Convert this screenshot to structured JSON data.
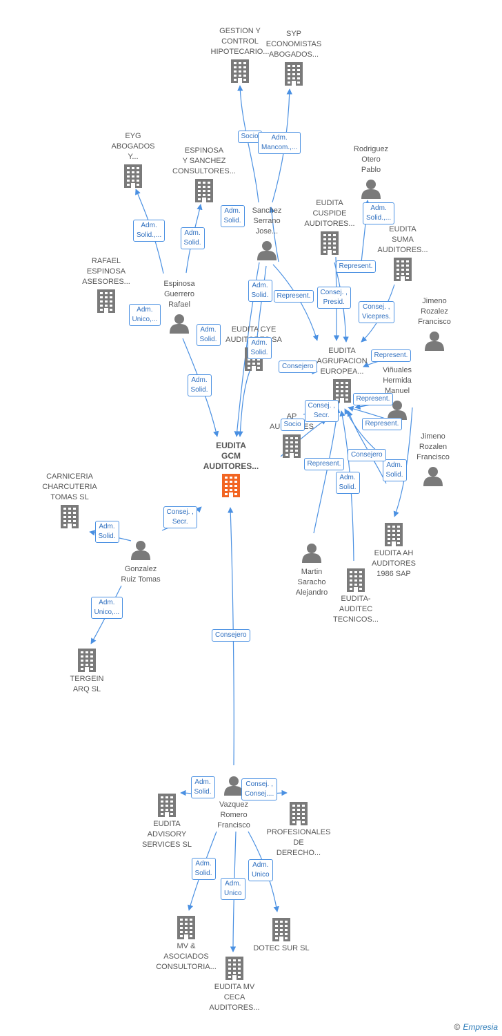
{
  "colors": {
    "edge": "#4a90e2",
    "company": "#7a7a7a",
    "person": "#7a7a7a",
    "focus": "#f26522",
    "label": "#555555"
  },
  "nodes": {
    "gestion": {
      "type": "company",
      "label": [
        "GESTION Y",
        "CONTROL",
        "HIPOTECARIO..."
      ]
    },
    "syp": {
      "type": "company",
      "label": [
        "SYP",
        "ECONOMISTAS",
        "ABOGADOS..."
      ]
    },
    "eyg": {
      "type": "company",
      "label": [
        "EYG",
        "ABOGADOS",
        "Y..."
      ]
    },
    "espinosa_sanchez": {
      "type": "company",
      "label": [
        "ESPINOSA",
        "Y SANCHEZ",
        "CONSULTORES..."
      ]
    },
    "rodriguez": {
      "type": "person",
      "label": [
        "Rodriguez",
        "Otero",
        "Pablo"
      ]
    },
    "sanchez": {
      "type": "person",
      "label": [
        "Sanchez",
        "Serrano",
        "Jose..."
      ]
    },
    "cuspide": {
      "type": "company",
      "label": [
        "EUDITA",
        "CUSPIDE",
        "AUDITORES..."
      ]
    },
    "suma": {
      "type": "company",
      "label": [
        "EUDITA",
        "SUMA",
        "AUDITORES..."
      ]
    },
    "rafael_asesores": {
      "type": "company",
      "label": [
        "RAFAEL",
        "ESPINOSA",
        "ASESORES..."
      ]
    },
    "espinosa_rafael": {
      "type": "person",
      "label": [
        "Espinosa",
        "Guerrero",
        "Rafael"
      ]
    },
    "jimeno_rozalez": {
      "type": "person",
      "label": [
        "Jimeno",
        "Rozalez",
        "Francisco"
      ]
    },
    "cye": {
      "type": "company",
      "label": [
        "EUDITA CYE",
        "AUDITORES SA"
      ]
    },
    "agrupacion": {
      "type": "company",
      "label": [
        "EUDITA",
        "AGRUPACION",
        "EUROPEA..."
      ]
    },
    "vinuales": {
      "type": "person",
      "label": [
        "Viñuales",
        "Hermida",
        "Manuel"
      ]
    },
    "ap": {
      "type": "company",
      "label": [
        "AP",
        "AUDITORES"
      ]
    },
    "gcm": {
      "type": "focus",
      "label": [
        "EUDITA",
        "GCM",
        "AUDITORES..."
      ]
    },
    "jimeno_rozalen": {
      "type": "person",
      "label": [
        "Jimeno",
        "Rozalen",
        "Francisco"
      ]
    },
    "carniceria": {
      "type": "company",
      "label": [
        "CARNICERIA",
        "CHARCUTERIA",
        "TOMAS  SL"
      ]
    },
    "gonzalez": {
      "type": "person",
      "label": [
        "Gonzalez",
        "Ruiz Tomas"
      ]
    },
    "martin": {
      "type": "person",
      "label": [
        "Martin",
        "Saracho",
        "Alejandro"
      ]
    },
    "eudita_ah": {
      "type": "company",
      "label": [
        "EUDITA AH",
        "AUDITORES",
        "1986 SAP"
      ]
    },
    "auditec": {
      "type": "company",
      "label": [
        "EUDITA-",
        "AUDITEC",
        "TECNICOS..."
      ]
    },
    "tergein": {
      "type": "company",
      "label": [
        "TERGEIN",
        "ARQ  SL"
      ]
    },
    "vazquez": {
      "type": "person",
      "label": [
        "Vazquez",
        "Romero",
        "Francisco"
      ]
    },
    "advisory": {
      "type": "company",
      "label": [
        "EUDITA",
        "ADVISORY",
        "SERVICES  SL"
      ]
    },
    "profesionales": {
      "type": "company",
      "label": [
        "PROFESIONALES",
        "DE",
        "DERECHO..."
      ]
    },
    "mv_asociados": {
      "type": "company",
      "label": [
        "MV &",
        "ASOCIADOS",
        "CONSULTORIA..."
      ]
    },
    "dotec": {
      "type": "company",
      "label": [
        "DOTEC SUR SL"
      ]
    },
    "mv_ceca": {
      "type": "company",
      "label": [
        "EUDITA MV",
        "CECA",
        "AUDITORES..."
      ]
    }
  },
  "edge_labels": [
    [
      "Socio"
    ],
    [
      "Adm.",
      "Mancom.,..."
    ],
    [
      "Adm.",
      "Solid.,..."
    ],
    [
      "Adm.",
      "Solid."
    ],
    [
      "Adm.",
      "Solid."
    ],
    [
      "Adm.",
      "Solid.,..."
    ],
    [
      "Represent."
    ],
    [
      "Adm.",
      "Solid."
    ],
    [
      "Represent."
    ],
    [
      "Consej. ,",
      "Presid."
    ],
    [
      "Consej. ,",
      "Vicepres."
    ],
    [
      "Adm.",
      "Solid."
    ],
    [
      "Adm.",
      "Solid."
    ],
    [
      "Adm.",
      "Solid."
    ],
    [
      "Represent."
    ],
    [
      "Consejero"
    ],
    [
      "Adm.",
      "Solid."
    ],
    [
      "Consej. ,",
      "Secr."
    ],
    [
      "Socio"
    ],
    [
      "Represent."
    ],
    [
      "Represent."
    ],
    [
      "Represent."
    ],
    [
      "Consejero"
    ],
    [
      "Adm.",
      "Solid."
    ],
    [
      "Consej. ,",
      "Secr."
    ],
    [
      "Adm.",
      "Solid."
    ],
    [
      "Adm.",
      "Unico,..."
    ],
    [
      "Consejero"
    ],
    [
      "Adm.",
      "Solid."
    ],
    [
      "Consej. ,",
      "Consej...."
    ],
    [
      "Adm.",
      "Solid."
    ],
    [
      "Adm.",
      "Unico"
    ],
    [
      "Adm.",
      "Unico"
    ],
    [
      "Adm.",
      "Unico,..."
    ]
  ],
  "brand": {
    "copyright": "©",
    "name": "Empresia"
  }
}
